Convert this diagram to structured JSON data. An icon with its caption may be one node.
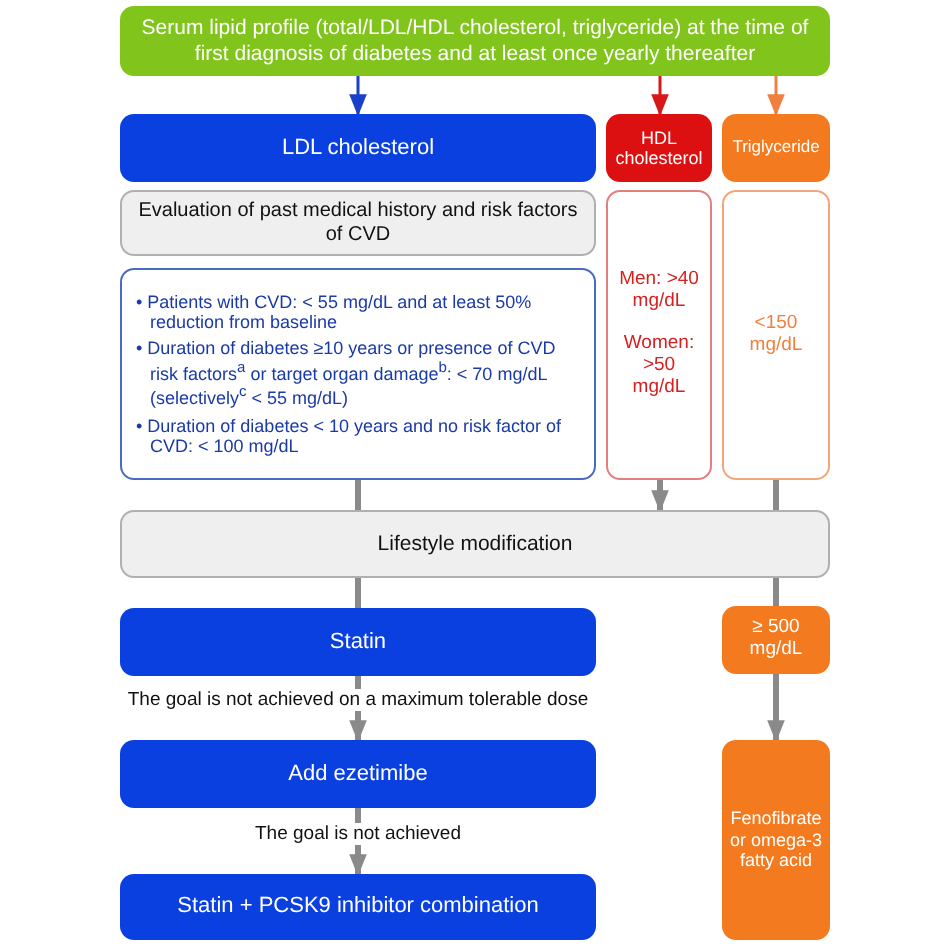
{
  "diagram": {
    "nodes": [
      {
        "text": [
          "Serum lipid profile (total/LDL/HDL cholesterol, triglyceride) at the time of first diagnosis of diabetes and at least once yearly thereafter"
        ]
      },
      {
        "text": [
          "LDL cholesterol"
        ]
      },
      {
        "text": [
          "HDL cholesterol"
        ]
      },
      {
        "text": [
          "Triglyceride"
        ]
      },
      {
        "text": [
          "Evaluation of past medical history and risk factors of CVD"
        ]
      },
      {
        "text": [
          "• Patients with CVD: < 55 mg/dL and at least 50% reduction from baseline",
          "• Duration of diabetes ≥10 years or presence of CVD risk factors$^{a}$ or target organ damage$^{b}$: < 70 mg/dL (selectively$^{c}$ < 55 mg/dL)",
          "• Duration of diabetes < 10 years and no risk factor of CVD: < 100 mg/dL"
        ]
      },
      {
        "text": [
          "Men: >40 mg/dL",
          "Women: >50 mg/dL"
        ]
      },
      {
        "text": [
          "<150 mg/dL"
        ]
      },
      {
        "text": [
          "Lifestyle modification"
        ]
      },
      {
        "text": [
          "Statin"
        ]
      },
      {
        "text": [
          "≥ 500 mg/dL"
        ]
      },
      {
        "text": [
          "Add ezetimibe"
        ]
      },
      {
        "text": [
          "Statin + PCSK9 inhibitor combination"
        ]
      },
      {
        "text": [
          "Fenofibrate or omega-3 fatty acid"
        ]
      }
    ],
    "edges": [
      {
        "from": 0,
        "to": 1,
        "arrow": "to",
        "color": "#1a3fc8"
      },
      {
        "from": 0,
        "to": 2,
        "arrow": "to",
        "color": "#d81818"
      },
      {
        "from": 0,
        "to": 3,
        "arrow": "to",
        "color": "#f08040"
      },
      {
        "from": 5,
        "to": 8,
        "arrow": "none"
      },
      {
        "from": 6,
        "to": 8,
        "arrow": "to"
      },
      {
        "from": 7,
        "to": 8,
        "arrow": "none"
      },
      {
        "from": 8,
        "to": 9,
        "arrow": "none"
      },
      {
        "from": 8,
        "to": 10,
        "arrow": "none"
      },
      {
        "from": 9,
        "to": 11,
        "arrow": "to",
        "label": "The goal is not achieved on a maximum tolerable dose"
      },
      {
        "from": 11,
        "to": 12,
        "arrow": "to",
        "label": "The goal is not achieved"
      },
      {
        "from": 10,
        "to": 13,
        "arrow": "to"
      }
    ]
  }
}
